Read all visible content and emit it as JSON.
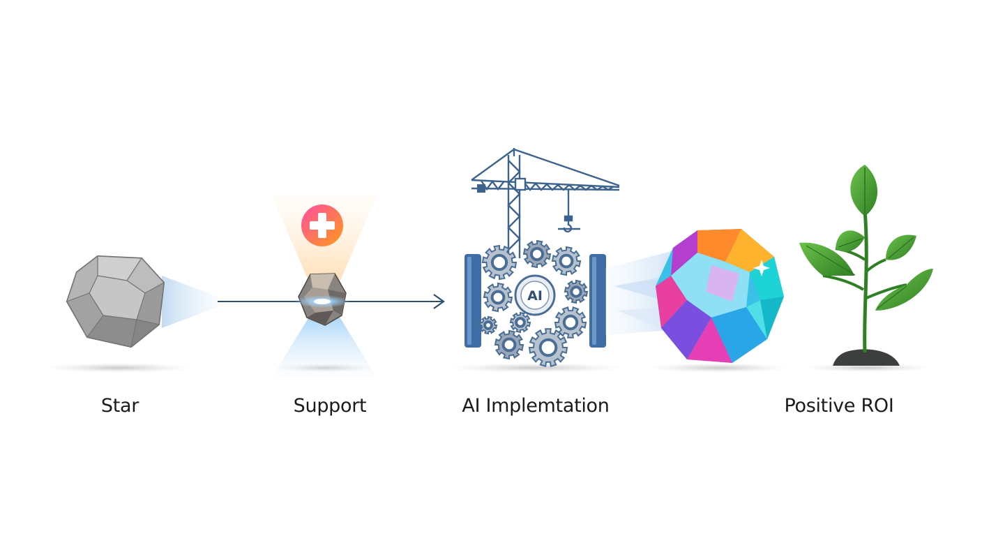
{
  "stages": [
    {
      "id": "star",
      "label": "Star",
      "icon": "gray-polyhedron-icon"
    },
    {
      "id": "support",
      "label": "Support",
      "icon": "plus-badge-icon"
    },
    {
      "id": "ai",
      "label": "AI Implemtation",
      "icon": "crane-gears-icon",
      "badge": "AI"
    },
    {
      "id": "roi",
      "label": "Positive ROI",
      "icon": "sprout-icon"
    }
  ],
  "colors": {
    "arrow": "#2b4f73",
    "gear": "#4a6d96",
    "crane": "#3d628e",
    "leaf": "#3f9a2e",
    "plus_gradient_start": "#ff4fa0",
    "plus_gradient_end": "#ff9a1a"
  }
}
